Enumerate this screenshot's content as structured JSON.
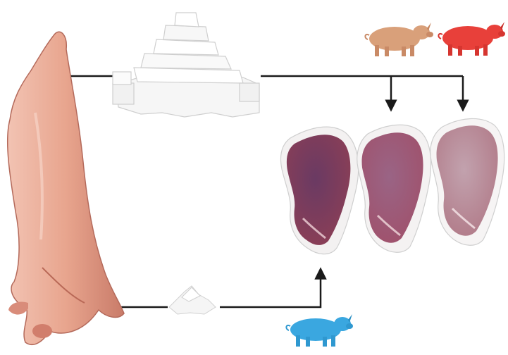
{
  "diagram": {
    "nodes": [
      {
        "id": "carcass",
        "kind": "pig carcass"
      },
      {
        "id": "fat-large",
        "kind": "large stacked fat portion"
      },
      {
        "id": "fat-small",
        "kind": "small fat portion"
      },
      {
        "id": "chop-dark",
        "kind": "pork chop"
      },
      {
        "id": "chop-medium",
        "kind": "pork chop"
      },
      {
        "id": "chop-light",
        "kind": "pork chop"
      },
      {
        "id": "pig-tan",
        "kind": "pig figure",
        "color": "#d9a07a"
      },
      {
        "id": "pig-red",
        "kind": "pig figure",
        "color": "#e8403a"
      },
      {
        "id": "pig-blue",
        "kind": "pig figure",
        "color": "#3aa7e0"
      }
    ],
    "connections": [
      {
        "from": "carcass",
        "to": "fat-large"
      },
      {
        "from": "fat-large",
        "to": "chop-medium"
      },
      {
        "from": "fat-large",
        "to": "chop-light"
      },
      {
        "from": "carcass",
        "to": "fat-small"
      },
      {
        "from": "fat-small",
        "to": "chop-dark"
      }
    ],
    "colors": {
      "line": "#1a1a1a",
      "fat": "#f4f4f4",
      "meat_dark": "#7a3e5a",
      "meat_medium": "#a0637e",
      "meat_light": "#b98795",
      "carcass": "#e8a58e"
    }
  }
}
